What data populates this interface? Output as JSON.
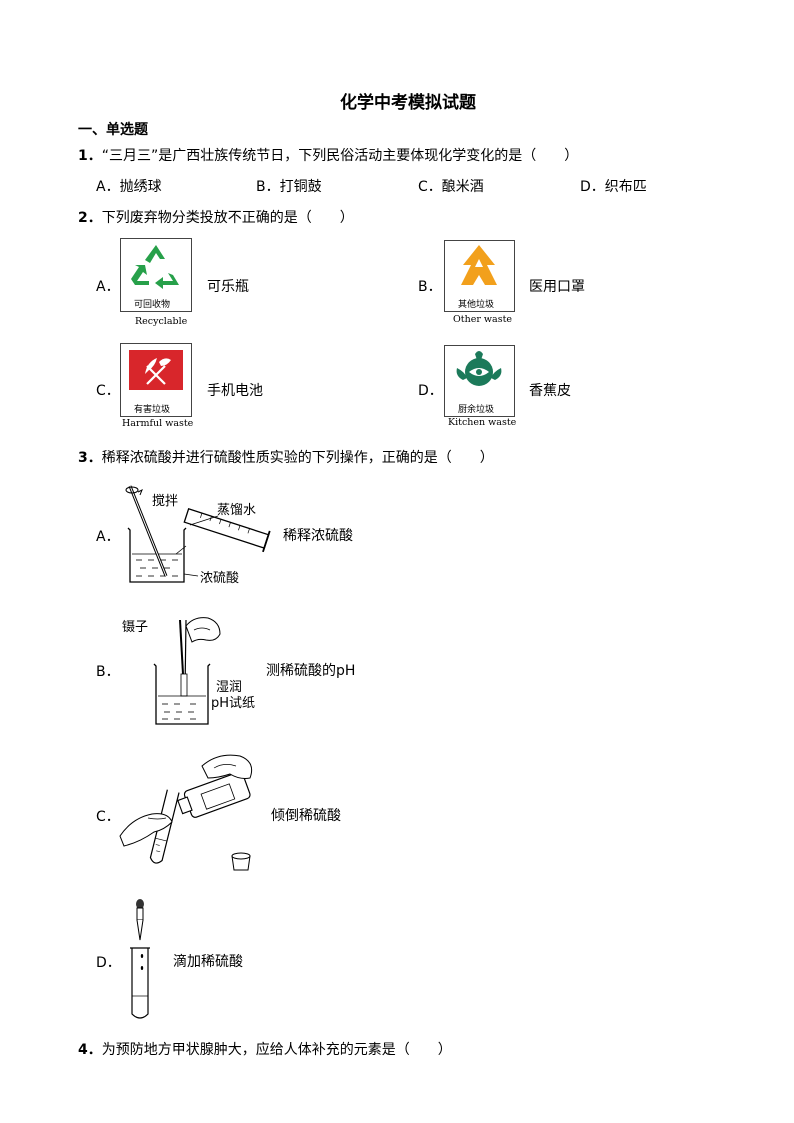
{
  "title": "化学中考模拟试题",
  "section": "一、单选题",
  "q1": {
    "num": "1．",
    "stem": "“三月三”是广西壮族传统节日，下列民俗活动主要体现化学变化的是（　　）",
    "options": [
      {
        "letter": "A．",
        "text": "抛绣球"
      },
      {
        "letter": "B．",
        "text": "打铜鼓"
      },
      {
        "letter": "C．",
        "text": "酿米酒"
      },
      {
        "letter": "D．",
        "text": "织布匹"
      }
    ]
  },
  "q2": {
    "num": "2．",
    "stem": "下列废弃物分类投放不正确的是（　　）",
    "options": [
      {
        "letter": "A．",
        "text": "可乐瓶",
        "sign_cn": "可回收物",
        "sign_en": "Recyclable",
        "color": "#27a04a",
        "icon": "recycle-icon"
      },
      {
        "letter": "B．",
        "text": "医用口罩",
        "sign_cn": "其他垃圾",
        "sign_en": "Other waste",
        "color": "#f2a01c",
        "icon": "other-waste-icon"
      },
      {
        "letter": "C．",
        "text": "手机电池",
        "sign_cn": "有害垃圾",
        "sign_en": "Harmful waste",
        "color": "#d8262b",
        "icon": "harmful-waste-icon"
      },
      {
        "letter": "D．",
        "text": "香蕉皮",
        "sign_cn": "厨余垃圾",
        "sign_en": "Kitchen waste",
        "color": "#1c7a5a",
        "icon": "kitchen-waste-icon"
      }
    ]
  },
  "q3": {
    "num": "3．",
    "stem": "稀释浓硫酸并进行硫酸性质实验的下列操作，正确的是（　　）",
    "options": [
      {
        "letter": "A．",
        "text": "稀释浓硫酸",
        "labels": [
          "搅拌",
          "蒸馏水",
          "浓硫酸"
        ]
      },
      {
        "letter": "B．",
        "text": "测稀硫酸的pH",
        "labels": [
          "镊子",
          "湿润",
          "pH试纸"
        ]
      },
      {
        "letter": "C．",
        "text": "倾倒稀硫酸"
      },
      {
        "letter": "D．",
        "text": "滴加稀硫酸"
      }
    ]
  },
  "q4": {
    "num": "4．",
    "stem": "为预防地方甲状腺肿大，应给人体补充的元素是（　　）"
  }
}
